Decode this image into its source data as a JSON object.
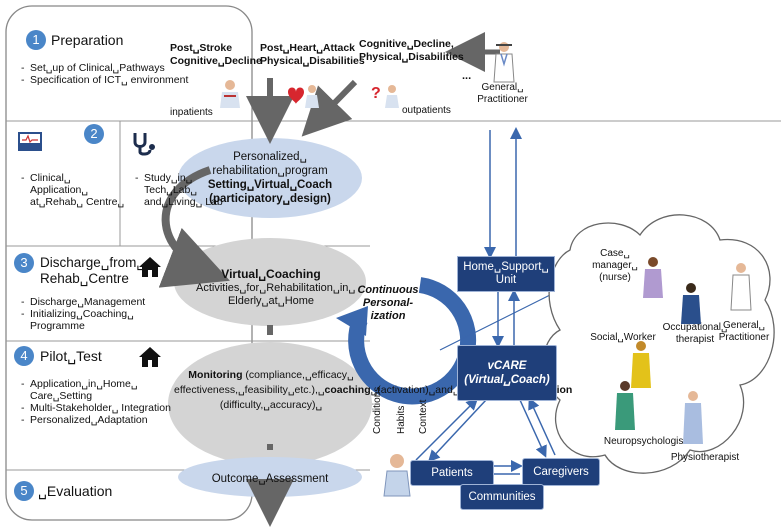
{
  "phases": [
    {
      "num": "1",
      "title": "Preparation",
      "items": [
        "Set␣up of Clinical␣Pathways",
        "Specification of ICT␣ environment"
      ]
    },
    {
      "num": "2",
      "left_items": [
        "Clinical␣ Application␣ at␣Rehab␣ Centre␣"
      ],
      "right_items": [
        "Study␣in␣ Tech␣Lab␣ and␣Living␣ Lab"
      ]
    },
    {
      "num": "3",
      "title": "Discharge␣from␣ Rehab␣Centre",
      "items": [
        "Discharge␣Management",
        "Initializing␣Coaching␣ Programme"
      ]
    },
    {
      "num": "4",
      "title": "Pilot␣Test",
      "items": [
        "Application␣in␣Home␣ Care␣Setting",
        "Multi-Stakeholder␣ Integration",
        "Personalized␣Adaptation"
      ]
    },
    {
      "num": "5",
      "title": "␣Evaluation"
    }
  ],
  "top": {
    "stroke": "Post␣Stroke Cognitive␣Decline",
    "heart": "Post␣Heart␣Attack Physical␣Disabilities",
    "cognitive": "Cognitive␣Decline, Physical␣Disabilities",
    "ellipsis": "...",
    "inpatients": "inpatients",
    "outpatients": "outpatients",
    "gp": "General␣ Practitioner"
  },
  "flow": {
    "program_line1": "Personalized␣ rehabilitation␣program",
    "program_bold": "Setting␣Virtual␣Coach (participatory␣design)",
    "coaching_title": "Virtual␣Coaching",
    "coaching_sub": "Activities␣for␣Rehabilitation␣in␣ Elderly␣at␣Home",
    "monitoring_b1": "Monitoring",
    "monitoring_t1": " (compliance,␣efficacy␣ effectiveness,␣feasibility␣etc.),␣",
    "monitoring_b2": "coaching",
    "monitoring_t2": "␣(activation)␣and␣treatment␣",
    "monitoring_b3": "optimization",
    "monitoring_t3": " (difficulty,␣accuracy)␣",
    "outcome": "Outcome␣Assessment",
    "continuous": "Continuous Personal- ization"
  },
  "system": {
    "home_support": "Home␣Support␣ Unit",
    "vcare": "vCARE (Virtual␣Coach)",
    "patients": "Patients",
    "caregivers": "Caregivers",
    "communities": "Communities",
    "conditions": "Conditions",
    "habits": "Habits",
    "context": "Context"
  },
  "care_team": {
    "case_manager": "Case␣ manager␣ (nurse)",
    "social_worker": "Social␣Worker",
    "occupational": "Occupational␣ therapist",
    "gp": "General␣ Practitioner",
    "neuro": "Neuropsychologist",
    "physio": "Physiotherapist"
  },
  "colors": {
    "accent": "#1f3f7a",
    "num": "#4a86c8",
    "ellipse": "#c9d7ec",
    "grey": "#d4d4d4"
  },
  "icons": [
    "ecg-monitor-icon",
    "stethoscope-icon",
    "house-icon",
    "house-icon",
    "doctor-icon",
    "patient-icon",
    "nurse-icon"
  ]
}
